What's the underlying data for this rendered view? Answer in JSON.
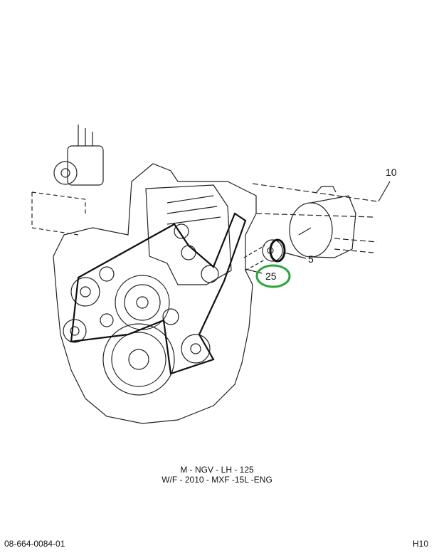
{
  "callouts": {
    "part_10": "10",
    "part_5": "5",
    "part_25": "25"
  },
  "highlight_color": "#2aa63a",
  "caption": {
    "line1": "M - NGV - LH - 125",
    "line2": "W/F - 2010 - MXF -15L -ENG"
  },
  "footer": {
    "doc_number": "08-664-0084-01",
    "page_code": "H10"
  }
}
